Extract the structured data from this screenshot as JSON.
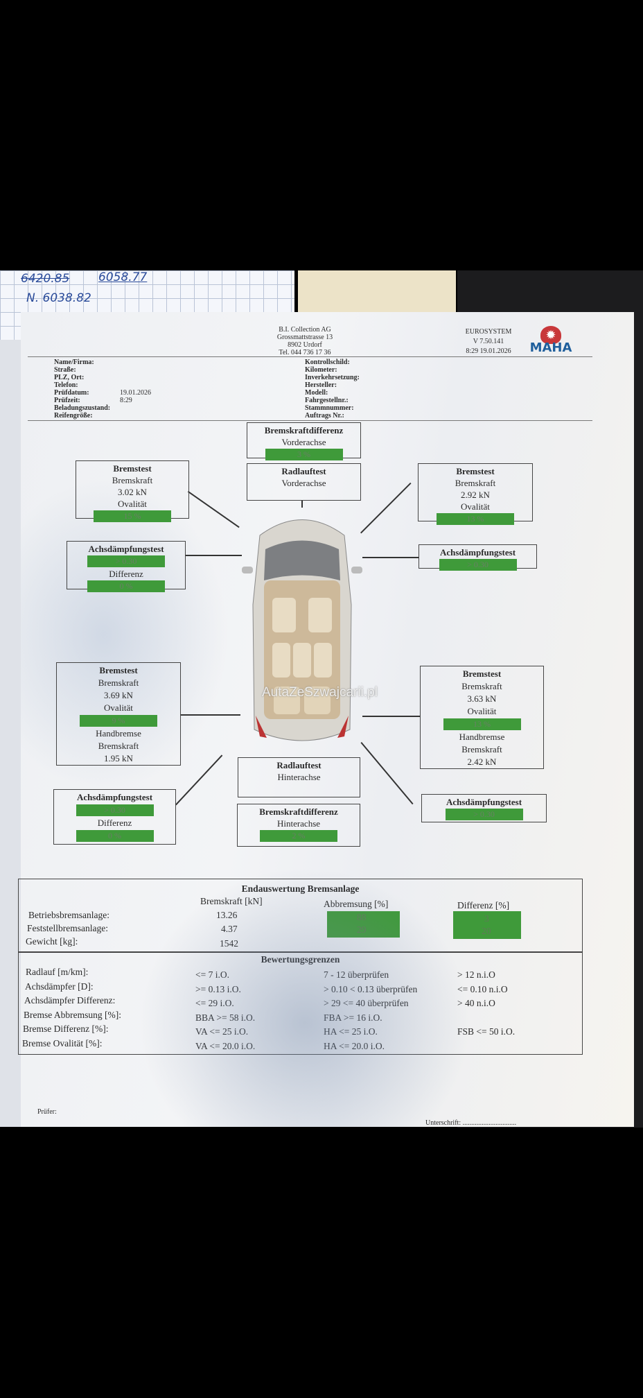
{
  "handwriting": {
    "line1_struck": "6420.85",
    "line1": "6058.77",
    "line2": "N. 6038.82"
  },
  "header": {
    "company": "B.I. Collection AG",
    "street": "Grossmattstrasse 13",
    "city": "8902 Urdorf",
    "phone": "Tel. 044 736 17 36",
    "system": "EUROSYSTEM",
    "version": "V 7.50.141",
    "datetime": "8:29  19.01.2026",
    "logo": "MAHA"
  },
  "fields_left": [
    {
      "label": "Name/Firma:",
      "value": ""
    },
    {
      "label": "Straße:",
      "value": ""
    },
    {
      "label": "PLZ, Ort:",
      "value": ""
    },
    {
      "label": "Telefon:",
      "value": ""
    },
    {
      "label": "Prüfdatum:",
      "value": "19.01.2026"
    },
    {
      "label": "Prüfzeit:",
      "value": "8:29"
    },
    {
      "label": "Beladungszustand:",
      "value": ""
    },
    {
      "label": "Reifengröße:",
      "value": ""
    }
  ],
  "fields_right": [
    "Kontrollschild:",
    "Kilometer:",
    "Inverkehrsetzung:",
    "Hersteller:",
    "Modell:",
    "Fahrgestellnr.:",
    "Stammnummer:",
    "Auftrags Nr.:"
  ],
  "front": {
    "diff": {
      "title": "Bremskraftdifferenz",
      "axle": "Vorderachse",
      "value": "3 %"
    },
    "radlauf": {
      "title": "Radlauftest",
      "axle": "Vorderachse"
    },
    "brake_left": {
      "title": "Bremstest",
      "label": "Bremskraft",
      "value": "3.02 kN",
      "oval_label": "Ovalität",
      "oval": "15 %"
    },
    "brake_right": {
      "title": "Bremstest",
      "label": "Bremskraft",
      "value": "2.92 kN",
      "oval_label": "Ovalität",
      "oval": "13 %"
    },
    "damp_left": {
      "title": "Achsdämpfungstest",
      "value": "> 0.30",
      "diff_label": "Differenz",
      "diff": "0 %"
    },
    "damp_right": {
      "title": "Achsdämpfungstest",
      "value": "> 0.30"
    }
  },
  "rear": {
    "brake_left": {
      "title": "Bremstest",
      "label": "Bremskraft",
      "value": "3.69 kN",
      "oval_label": "Ovalität",
      "oval": "9 %",
      "hand_label": "Handbremse",
      "hand_sub": "Bremskraft",
      "hand_value": "1.95 kN"
    },
    "brake_right": {
      "title": "Bremstest",
      "label": "Bremskraft",
      "value": "3.63 kN",
      "oval_label": "Ovalität",
      "oval": "13 %",
      "hand_label": "Handbremse",
      "hand_sub": "Bremskraft",
      "hand_value": "2.42 kN"
    },
    "radlauf": {
      "title": "Radlauftest",
      "axle": "Hinterachse"
    },
    "diff": {
      "title": "Bremskraftdifferenz",
      "axle": "Hinterachse",
      "value": "2 %"
    },
    "damp_left": {
      "title": "Achsdämpfungstest",
      "value": "> 0.30",
      "diff_label": "Differenz",
      "diff": "0 %"
    },
    "damp_right": {
      "title": "Achsdämpfungstest",
      "value": "> 0.30"
    }
  },
  "watermark": "AutaZeSzwajcarii.pl",
  "summary": {
    "title": "Endauswertung Bremsanlage",
    "headers": [
      "Bremskraft [kN]",
      "Abbremsung [%]",
      "Differenz [%]"
    ],
    "rows": [
      {
        "label": "Betriebsbremsanlage:",
        "force": "13.26",
        "braking": "88",
        "diff": "3"
      },
      {
        "label": "Feststellbremsanlage:",
        "force": "4.37",
        "braking": "29",
        "diff": "20"
      },
      {
        "label": "Gewicht [kg]:",
        "force": "1542"
      }
    ]
  },
  "limits": {
    "title": "Bewertungsgrenzen",
    "rows": [
      {
        "label": "Radlauf [m/km]:",
        "a": "<= 7 i.O.",
        "b": "7 - 12 überprüfen",
        "c": "> 12 n.i.O"
      },
      {
        "label": "Achsdämpfer [D]:",
        "a": ">= 0.13 i.O.",
        "b": "> 0.10 < 0.13 überprüfen",
        "c": "<= 0.10 n.i.O"
      },
      {
        "label": "Achsdämpfer Differenz:",
        "a": "<= 29 i.O.",
        "b": "> 29 <= 40 überprüfen",
        "c": "> 40 n.i.O"
      },
      {
        "label": "Bremse Abbremsung [%]:",
        "a": "BBA >= 58 i.O.",
        "b": "FBA >= 16 i.O.",
        "c": ""
      },
      {
        "label": "Bremse Differenz [%]:",
        "a": "VA <= 25 i.O.",
        "b": "HA <= 25 i.O.",
        "c": "FSB <= 50 i.O."
      },
      {
        "label": "Bremse Ovalität [%]:",
        "a": "VA <= 20.0 i.O.",
        "b": "HA <= 20.0 i.O.",
        "c": ""
      }
    ]
  },
  "footer": {
    "tester": "Prüfer:",
    "signature": "Unterschrift: ..............................."
  },
  "colors": {
    "pass_green": "#3f9a3a"
  }
}
